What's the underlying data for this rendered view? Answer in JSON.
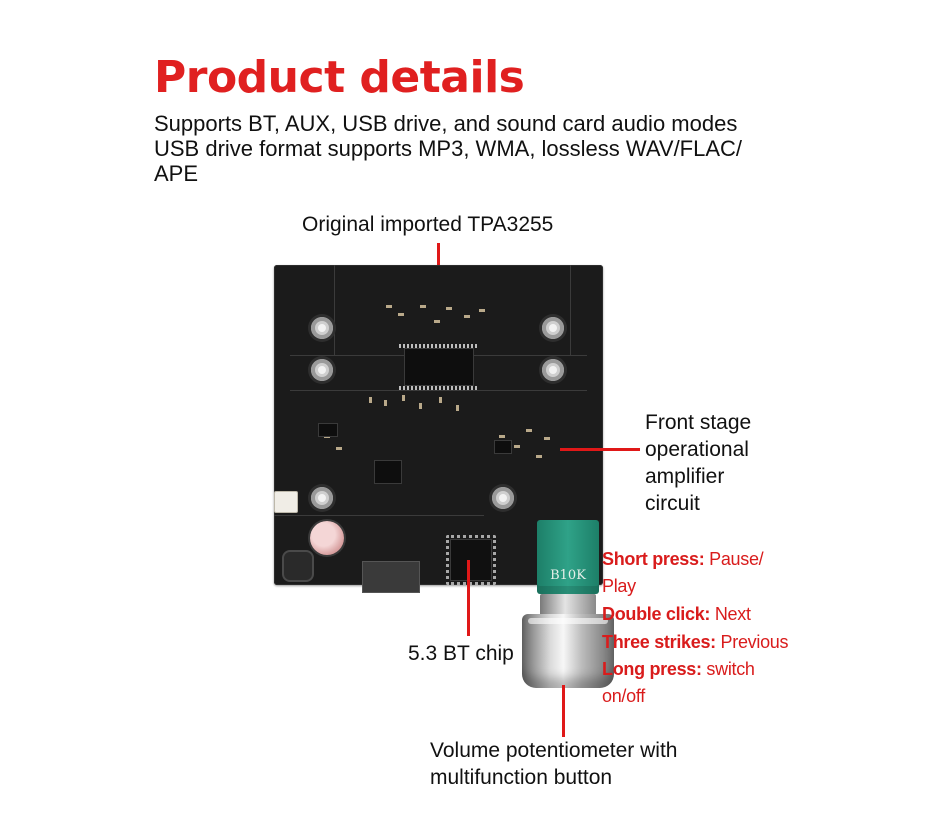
{
  "title": "Product details",
  "description": [
    "Supports BT, AUX, USB drive, and sound card audio modes",
    "USB drive format supports MP3, WMA, lossless WAV/FLAC/",
    "APE"
  ],
  "callouts": {
    "chip_top": "Original imported TPA3255",
    "front_stage": [
      "Front stage",
      "operational",
      "amplifier",
      "circuit"
    ],
    "bt_chip": "5.3 BT chip",
    "volume": [
      "Volume potentiometer with",
      "multifunction button"
    ]
  },
  "button_functions": {
    "short_press_label": "Short press:",
    "short_press_value_1": " Pause/",
    "short_press_value_2": "Play",
    "double_click_label": "Double click:",
    "double_click_value": " Next",
    "three_strikes_label": "Three strikes:",
    "three_strikes_value": " Previous",
    "long_press_label": "Long press:",
    "long_press_value_1": " switch",
    "long_press_value_2": "on/off"
  },
  "potentiometer_marking": "B10K",
  "colors": {
    "title": "#e02020",
    "annotation_line": "#e01818",
    "pcb": "#1b1b1b",
    "potentiometer": "#2fa288"
  }
}
